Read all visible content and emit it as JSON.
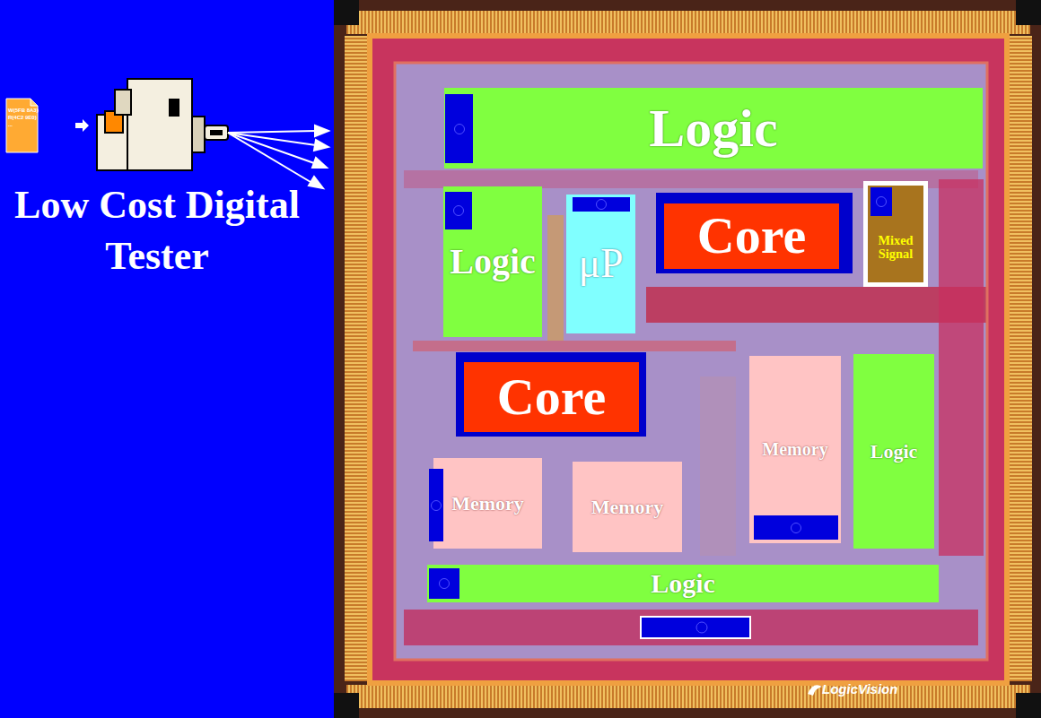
{
  "diagram": {
    "nodes": [
      {
        "text": [
          "Logic"
        ]
      },
      {
        "text": [
          "Logic"
        ]
      },
      {
        "text": [
          "μP"
        ]
      },
      {
        "text": [
          "Core"
        ]
      },
      {
        "text": [
          "Mixed Signal"
        ]
      },
      {
        "text": [
          "Core"
        ]
      },
      {
        "text": [
          "Memory"
        ]
      },
      {
        "text": [
          "Logic"
        ]
      },
      {
        "text": [
          "Memory"
        ]
      },
      {
        "text": [
          "Memory"
        ]
      },
      {
        "text": [
          "Logic"
        ]
      }
    ],
    "labels": [
      "W(5FB 8A3)",
      "R(4C2 9E0)",
      "...",
      "Low Cost Digital Tester",
      "LogicVision"
    ]
  }
}
